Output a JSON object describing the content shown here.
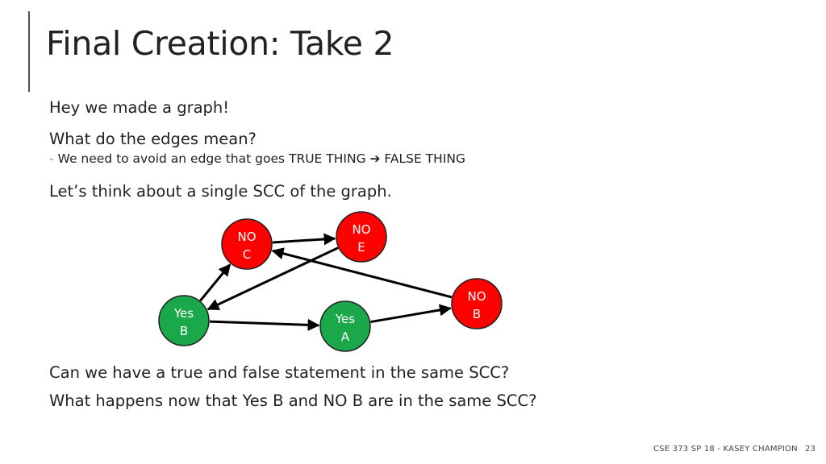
{
  "slide": {
    "title": "Final Creation: Take 2",
    "bullets": [
      "Hey we made a graph!",
      "What do the edges mean?",
      "Let’s think about a single SCC of the graph."
    ],
    "sub_bullet": "We need to avoid an edge that goes TRUE THING ➔ FALSE THING",
    "sub_bullet_dash": "-",
    "questions": [
      "Can we have a true and false statement in the same SCC?",
      "What happens now that Yes B and NO B are in the same SCC?"
    ],
    "footer": {
      "course": "CSE 373 SP 18 - KASEY CHAMPION",
      "page_number": "23"
    }
  },
  "graph": {
    "colors": {
      "no_node": "#ff0000",
      "yes_node": "#1aa84a",
      "edge": "#000000",
      "node_stroke": "#222222"
    },
    "nodes": [
      {
        "id": "no_c",
        "lines": [
          "NO",
          "C"
        ],
        "kind": "no"
      },
      {
        "id": "no_e",
        "lines": [
          "NO",
          "E"
        ],
        "kind": "no"
      },
      {
        "id": "no_b",
        "lines": [
          "NO",
          "B"
        ],
        "kind": "no"
      },
      {
        "id": "yes_b",
        "lines": [
          "Yes",
          "B"
        ],
        "kind": "yes"
      },
      {
        "id": "yes_a",
        "lines": [
          "Yes",
          "A"
        ],
        "kind": "yes"
      }
    ],
    "edges": [
      {
        "from": "no_c",
        "to": "no_e"
      },
      {
        "from": "no_e",
        "to": "yes_b"
      },
      {
        "from": "no_b",
        "to": "no_c"
      },
      {
        "from": "yes_b",
        "to": "no_c"
      },
      {
        "from": "yes_b",
        "to": "yes_a"
      },
      {
        "from": "yes_a",
        "to": "no_b"
      }
    ]
  }
}
